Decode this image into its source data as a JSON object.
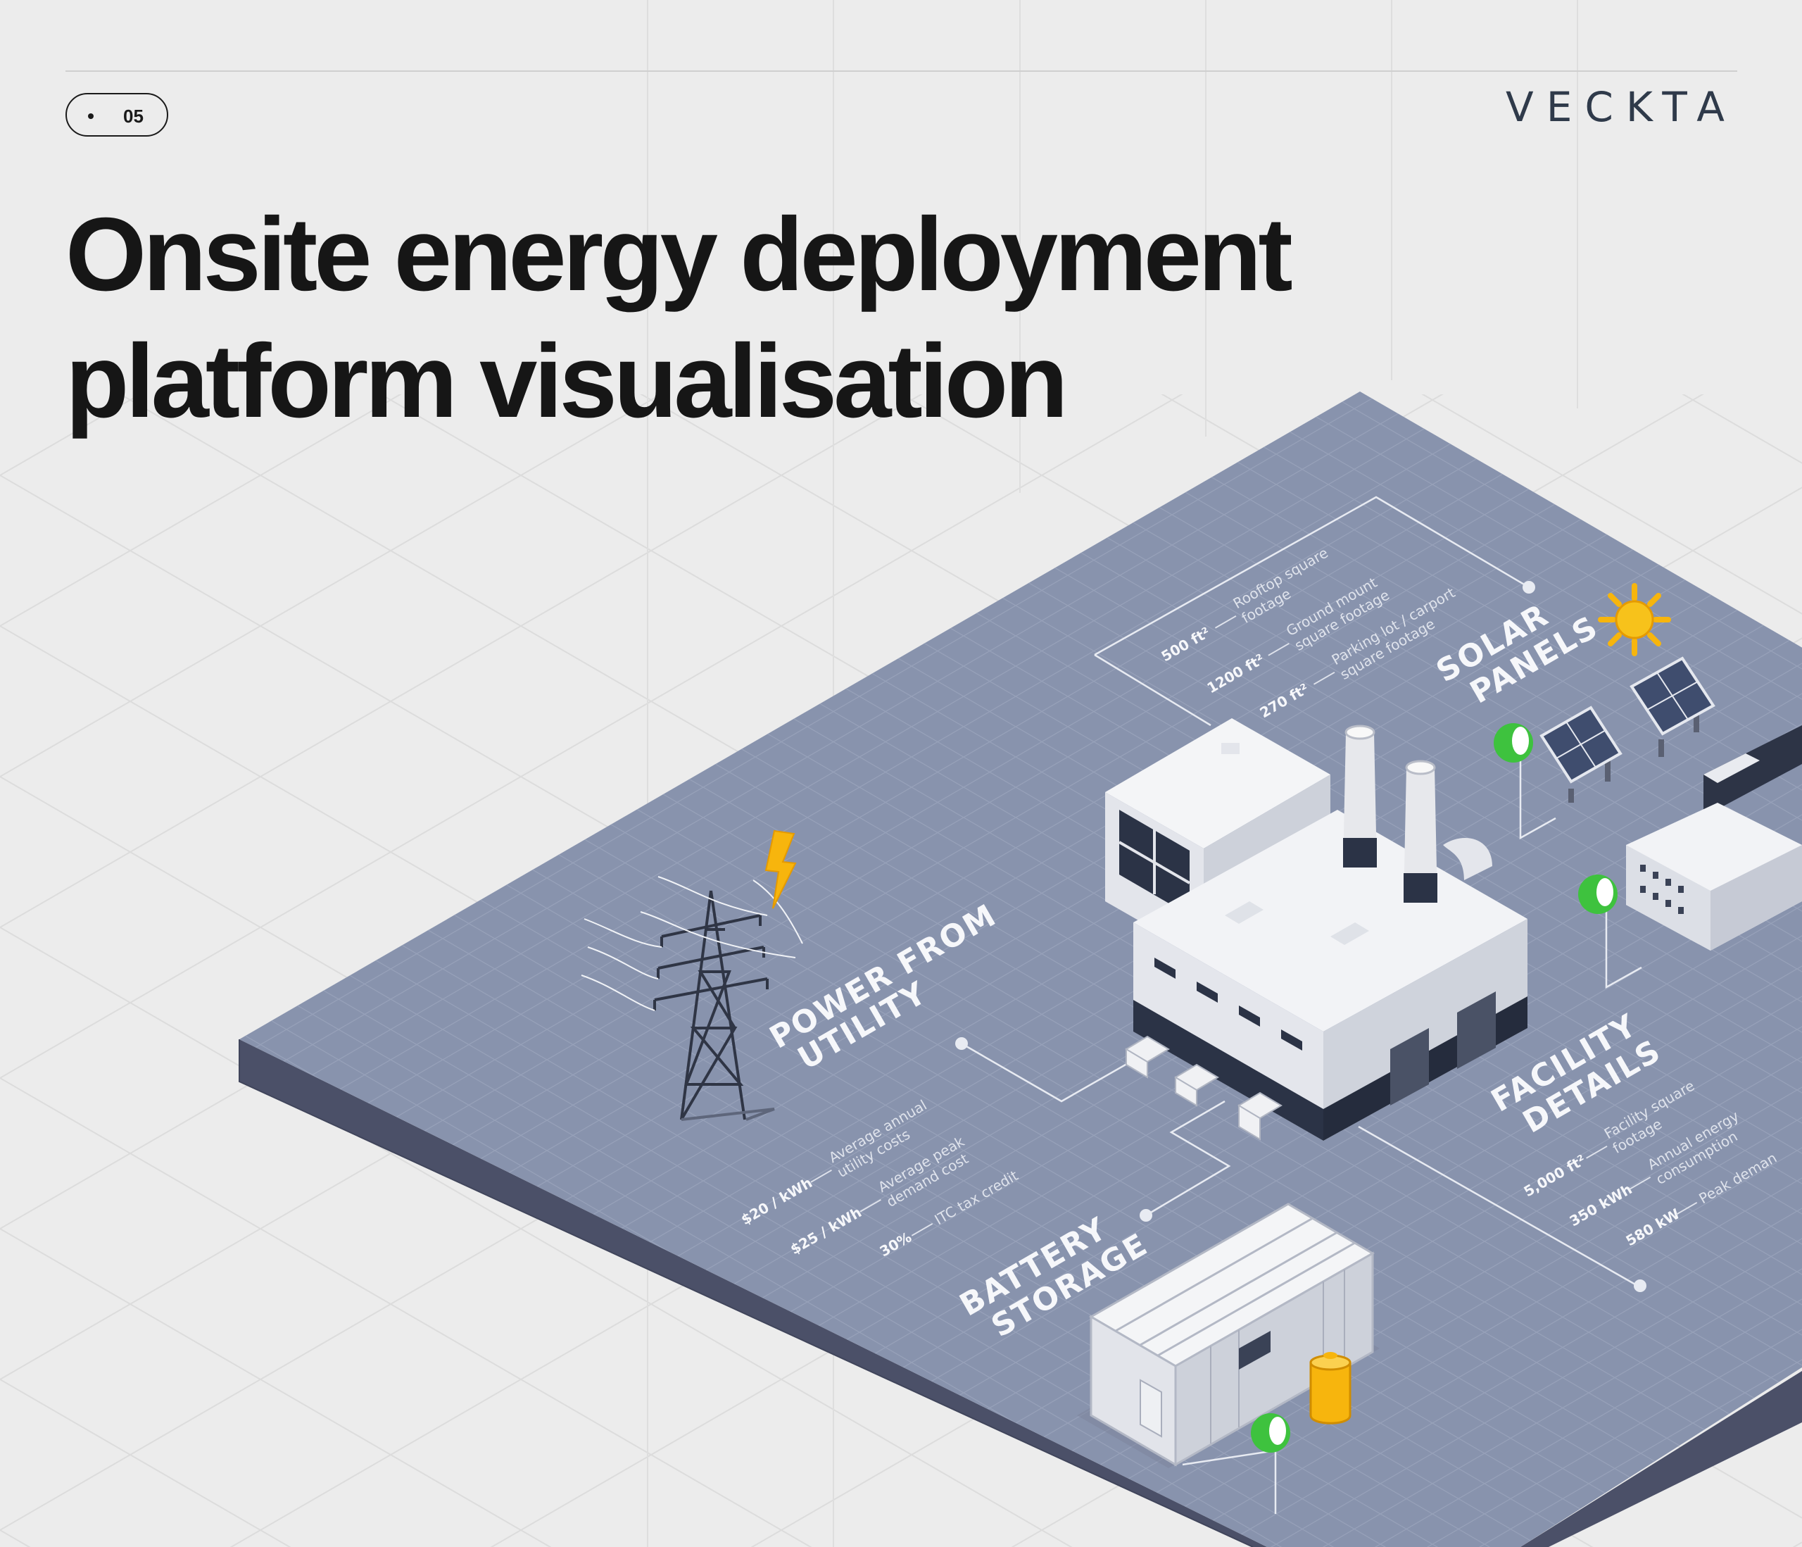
{
  "slide_number": "05",
  "brand": "VECKTA",
  "title_line1": "Onsite energy deployment",
  "title_line2": "platform visualisation",
  "colors": {
    "background": "#ececec",
    "platform": "#8893ad",
    "platform_side": "#4b5068",
    "accent_green": "#3ec23e",
    "accent_yellow": "#f7b50d",
    "text_dark": "#161616"
  },
  "sections": {
    "solar": {
      "label_line1": "SOLAR",
      "label_line2": "PANELS",
      "stats": [
        {
          "value": "500 ft²",
          "desc1": "Rooftop square",
          "desc2": "footage"
        },
        {
          "value": "1200 ft²",
          "desc1": "Ground mount",
          "desc2": "square footage"
        },
        {
          "value": "270 ft²",
          "desc1": "Parking lot / carport",
          "desc2": "square footage"
        }
      ]
    },
    "utility": {
      "label_line1": "POWER FROM",
      "label_line2": "UTILITY",
      "stats": [
        {
          "value": "$20 / kWh",
          "desc1": "Average annual",
          "desc2": "utility costs"
        },
        {
          "value": "$25 / kWh",
          "desc1": "Average peak",
          "desc2": "demand cost"
        },
        {
          "value": "30%",
          "desc1": "ITC tax credit",
          "desc2": ""
        }
      ]
    },
    "facility": {
      "label_line1": "FACILITY",
      "label_line2": "DETAILS",
      "stats": [
        {
          "value": "5,000 ft²",
          "desc1": "Facility square",
          "desc2": "footage"
        },
        {
          "value": "350 kWh",
          "desc1": "Annual energy",
          "desc2": "consumption"
        },
        {
          "value": "580 kW",
          "desc1": "Peak deman",
          "desc2": ""
        }
      ]
    },
    "battery": {
      "label_line1": "BATTERY",
      "label_line2": "STORAGE"
    }
  },
  "icons": [
    "lightning-icon",
    "sun-icon",
    "transmission-tower-icon",
    "factory-icon",
    "solar-panel-icon",
    "battery-container-icon",
    "battery-cell-icon",
    "map-pin-icon"
  ]
}
